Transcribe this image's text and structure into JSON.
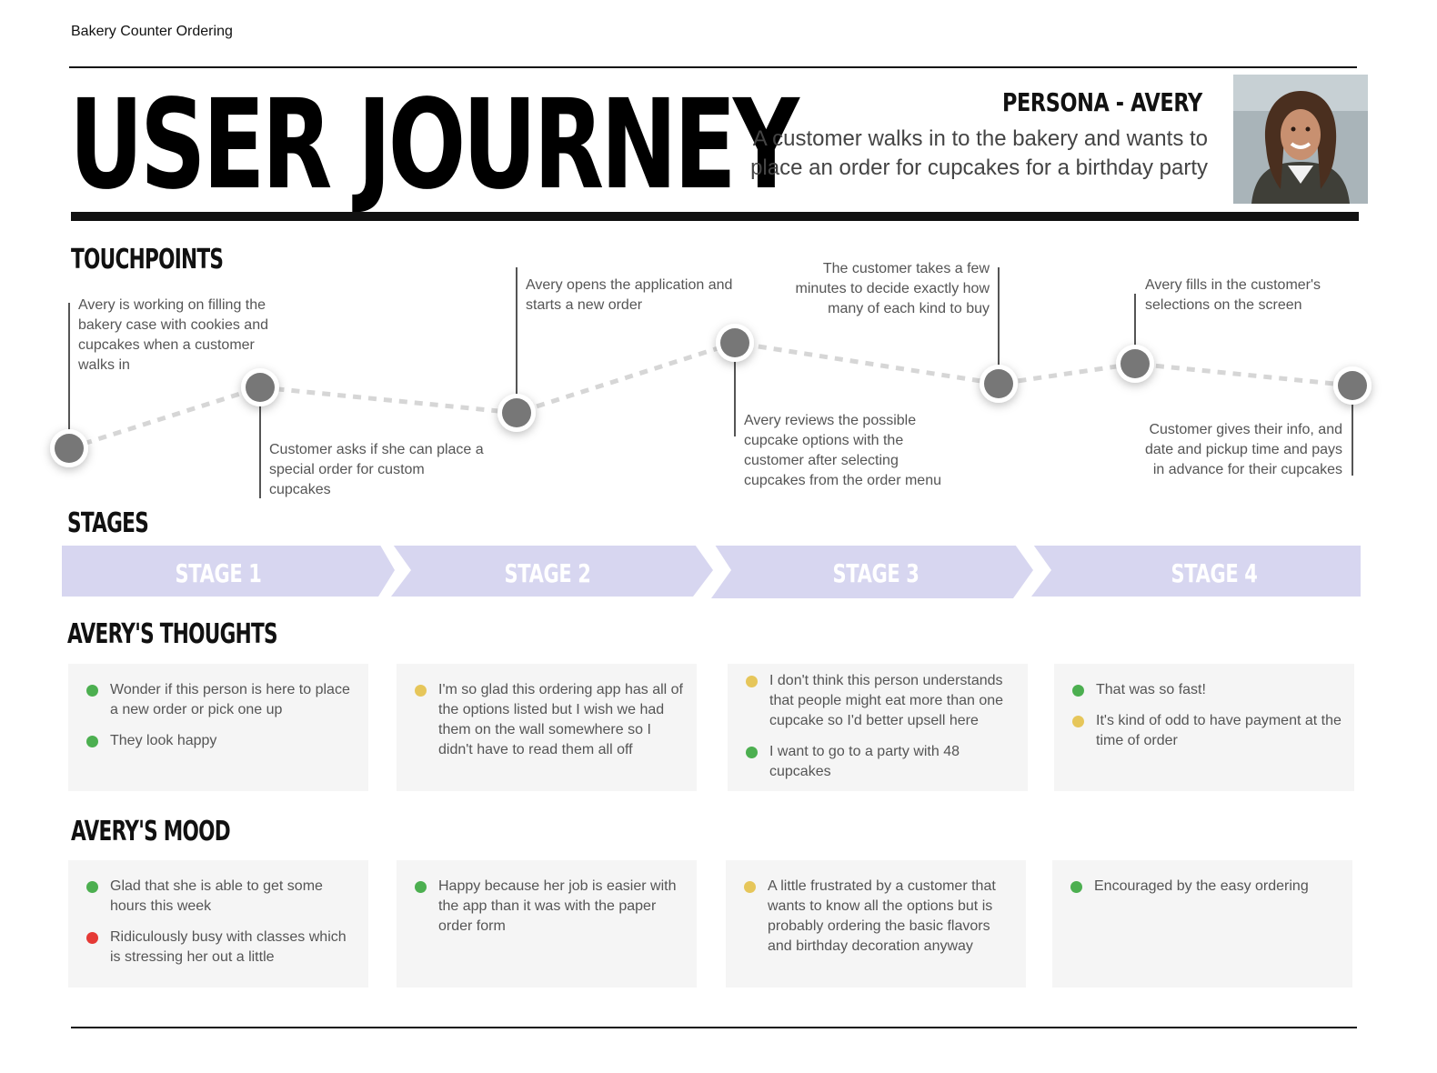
{
  "header": {
    "doc_title": "Bakery Counter Ordering",
    "title": "USER JOURNEY",
    "persona_title": "PERSONA - AVERY",
    "persona_description": "A customer walks in to the bakery and wants to place an order for cupcakes for a birthday party"
  },
  "touchpoints": {
    "heading": "TOUCHPOINTS",
    "items": [
      "Avery is working on filling the bakery case with cookies and cupcakes when a customer walks in",
      "Customer asks if she can place a special order for custom cupcakes",
      "Avery opens the application and starts a new order",
      "Avery reviews the possible cupcake options with the customer after selecting cupcakes from the order menu",
      "The customer takes a few minutes to decide exactly how many of each kind to buy",
      "Avery fills in the customer's selections on the screen",
      "Customer gives their info, and date and pickup time and pays in advance for their cupcakes"
    ]
  },
  "stages": {
    "heading": "STAGES",
    "labels": [
      "STAGE 1",
      "STAGE 2",
      "STAGE 3",
      "STAGE 4"
    ]
  },
  "thoughts": {
    "heading": "AVERY'S THOUGHTS",
    "cards": [
      [
        {
          "text": "Wonder if this person is here to place a new order or pick one up",
          "mood": "positive"
        },
        {
          "text": "They look happy",
          "mood": "positive"
        }
      ],
      [
        {
          "text": "I'm so glad this ordering app has all of the options listed but I wish we had them on the wall somewhere so I didn't have to read them all off",
          "mood": "neutral"
        }
      ],
      [
        {
          "text": "I don't think this person understands that people might eat more than one cupcake so I'd better upsell here",
          "mood": "neutral"
        },
        {
          "text": "I want to go to a party with 48 cupcakes",
          "mood": "positive"
        }
      ],
      [
        {
          "text": "That was so fast!",
          "mood": "positive"
        },
        {
          "text": "It's kind of odd to have payment at the time of order",
          "mood": "neutral"
        }
      ]
    ]
  },
  "mood": {
    "heading": "AVERY'S MOOD",
    "cards": [
      [
        {
          "text": "Glad that she is able to get some hours this week",
          "mood": "positive"
        },
        {
          "text": "Ridiculously busy with classes which is stressing her out a little",
          "mood": "negative"
        }
      ],
      [
        {
          "text": "Happy because her job is easier with the app than it was with the paper order form",
          "mood": "positive"
        }
      ],
      [
        {
          "text": "A little frustrated by a customer that wants to know all the options but is probably ordering the basic flavors and birthday decoration anyway",
          "mood": "neutral"
        }
      ],
      [
        {
          "text": "Encouraged by the easy ordering",
          "mood": "positive"
        }
      ]
    ]
  },
  "colors": {
    "positive": "#4caf50",
    "neutral": "#e6c65a",
    "negative": "#e53935",
    "stage_fill": "#d7d6f0",
    "node": "#777777",
    "card_bg": "#f5f5f5"
  }
}
